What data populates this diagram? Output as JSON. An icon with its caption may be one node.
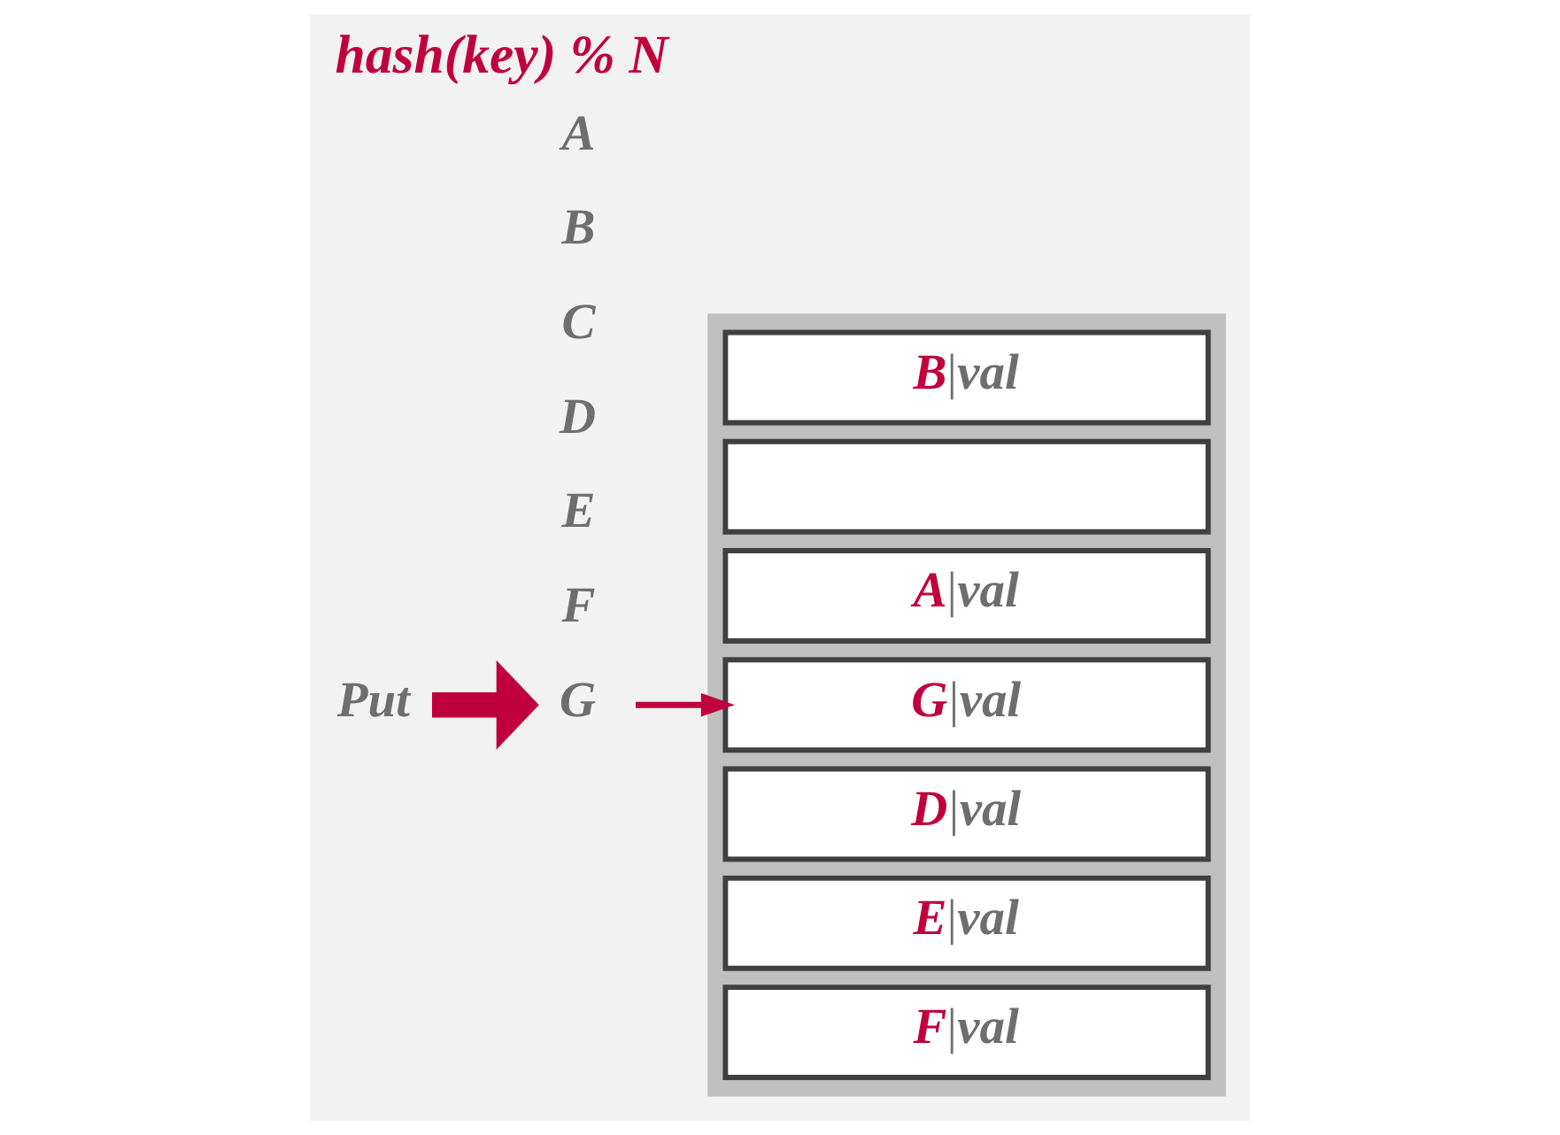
{
  "diagram": {
    "title": "hash(key) % N",
    "nodes": [
      {
        "text": [],
        "shape": "box"
      },
      {
        "text": [
          "B|val"
        ],
        "in": 0
      },
      {
        "text": [],
        "shape": "box",
        "in": 0
      },
      {
        "text": [
          "A|val"
        ],
        "in": 0
      },
      {
        "text": [
          "G|val"
        ],
        "in": 0
      },
      {
        "text": [
          "D|val"
        ],
        "in": 0
      },
      {
        "text": [
          "E|val"
        ],
        "in": 0
      },
      {
        "text": [
          "F|val"
        ],
        "in": 0
      },
      {
        "text": [
          "G"
        ]
      },
      {
        "text": [
          "Put"
        ]
      }
    ],
    "edges": [
      {
        "from": 9,
        "to": 8,
        "arrow": "to",
        "style": "thick"
      },
      {
        "from": 8,
        "to": 4,
        "arrow": "to"
      }
    ],
    "labels": [
      "A",
      "B",
      "C",
      "D",
      "E",
      "F"
    ]
  }
}
